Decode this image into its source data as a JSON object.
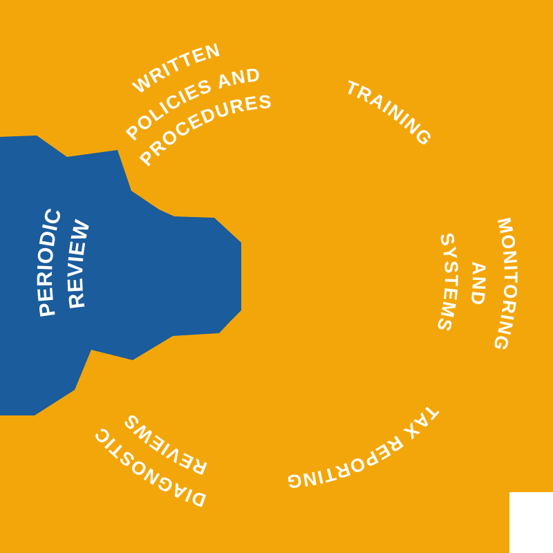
{
  "diagram": {
    "type": "circular-process-wheel",
    "colors": {
      "wheel_orange": "#F3A60A",
      "highlight_blue": "#1A5C9C",
      "cutout_white": "#FFFFFF",
      "label_text": "#FFFFFF"
    },
    "segments": [
      {
        "name": "written-policies-and-procedures",
        "highlighted": false,
        "label_lines": [
          "WRITTEN",
          "POLICIES AND",
          "PROCEDURES"
        ]
      },
      {
        "name": "training",
        "highlighted": false,
        "label_lines": [
          "TRAINING"
        ]
      },
      {
        "name": "monitoring-and-systems",
        "highlighted": false,
        "label_lines": [
          "MONITORING",
          "AND",
          "SYSTEMS"
        ]
      },
      {
        "name": "tax-reporting",
        "highlighted": false,
        "label_lines": [
          "TAX REPORTING"
        ]
      },
      {
        "name": "diagnostic-reviews",
        "highlighted": false,
        "label_lines": [
          "DIAGNOSTIC",
          "REVIEWS"
        ]
      },
      {
        "name": "periodic-review",
        "highlighted": true,
        "label_lines": [
          "PERIODIC",
          "REVIEW"
        ]
      }
    ]
  }
}
